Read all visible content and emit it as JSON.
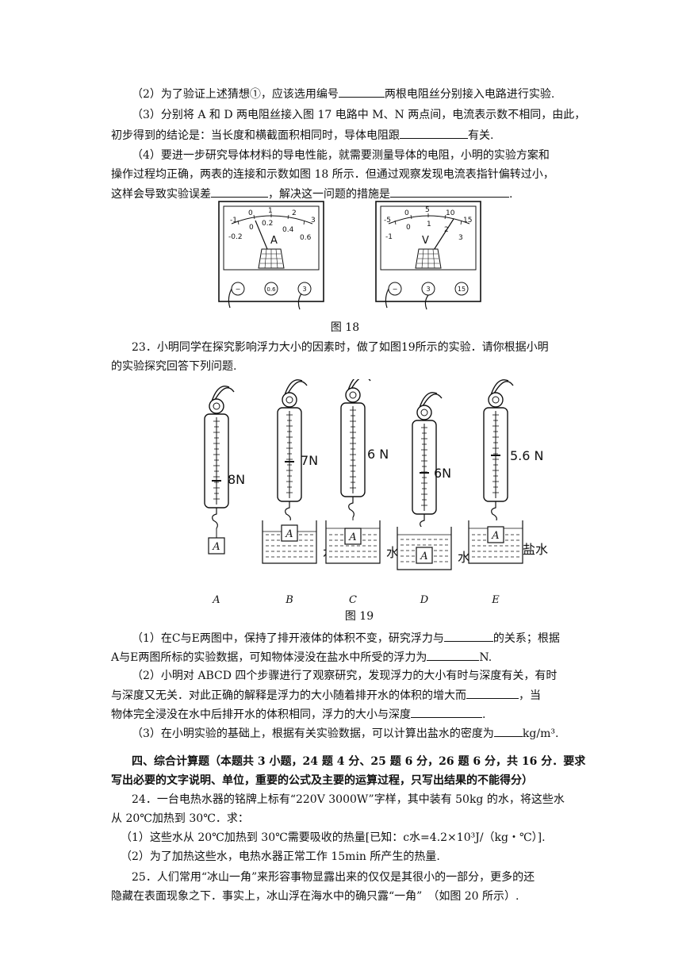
{
  "q22": {
    "p2_a": "（2）为了验证上述猜想①，应该选用编号",
    "p2_b": "两根电阻丝分别接入电路进行实验.",
    "p3_l1": "（3）分别将 A 和 D 两电阻丝接入图 17 电路中 M、N 两点间，电流表示数不相同，由此，",
    "p3_l2a": "初步得到的结论是：当长度和横截面积相同时，导体电阻跟",
    "p3_l2b": "有关.",
    "p4_l1": "（4）要进一步研究导体材料的导电性能，就需要测量导体的电阻，小明的实验方案和",
    "p4_l2": "操作过程均正确，两表的连接和示数如图 18 所示．但通过观察发现电流表指针偏转过小，",
    "p4_l3a": "这样会导致实验误差",
    "p4_l3b": "，解决这一问题的措施是",
    "p4_l3c": "."
  },
  "fig18": {
    "caption": "图 18",
    "ammeter": {
      "top_scale": [
        "-1",
        "0",
        "1",
        "2",
        "3"
      ],
      "bottom_scale": [
        "-0.2",
        "0",
        "0.2",
        "0.4",
        "0.6"
      ],
      "unit": "A",
      "terminals": [
        "−",
        "0.6",
        "3"
      ]
    },
    "voltmeter": {
      "top_scale": [
        "-5",
        "0",
        "5",
        "10",
        "15"
      ],
      "bottom_scale": [
        "-1",
        "0",
        "1",
        "2",
        "3"
      ],
      "unit": "V",
      "terminals": [
        "−",
        "3",
        "15"
      ]
    }
  },
  "q23": {
    "intro_l1": "23．小明同学在探究影响浮力大小的因素时，做了如图19所示的实验．请你根据小明",
    "intro_l2": "的实验探究回答下列问题.",
    "p1_l1a": "（1）在C与E两图中，保持了排开液体的体积不变，研究浮力与",
    "p1_l1b": "的关系；根据",
    "p1_l2a": "A与E两图所标的实验数据，可知物体浸没在盐水中所受的浮力为",
    "p1_l2b": "N.",
    "p2_l1": "（2）小明对 ABCD 四个步骤进行了观察研究，发现浮力的大小有时与深度有关，有时",
    "p2_l2a": "与深度又无关．对此正确的解释是浮力的大小随着排开水的体积的增大而",
    "p2_l2b": "，当",
    "p2_l3a": "物体完全浸没在水中后排开水的体积相同，浮力的大小与深度",
    "p2_l3b": ".",
    "p3_a": "（3）在小明实验的基础上，根据有关实验数据，可以计算出盐水的密度为",
    "p3_b": "kg/m³."
  },
  "fig19": {
    "caption": "图 19",
    "block_label": "A",
    "panels": [
      {
        "letter": "A",
        "reading": "8N",
        "liquid": ""
      },
      {
        "letter": "B",
        "reading": "7N",
        "liquid": "水"
      },
      {
        "letter": "C",
        "reading": "6 N",
        "liquid": "水"
      },
      {
        "letter": "D",
        "reading": "6N",
        "liquid": "水"
      },
      {
        "letter": "E",
        "reading": "5.6 N",
        "liquid": "盐水"
      }
    ]
  },
  "section4": {
    "heading_l1": "四、综合计算题（本题共 3 小题，24 题 4 分、25 题 6 分，26 题 6 分，共 16 分．要求",
    "heading_l2": "写出必要的文字说明、单位，重要的公式及主要的运算过程，只写出结果的不能得分）"
  },
  "q24": {
    "l1": "24．一台电热水器的铭牌上标有“220V 3000W”字样，其中装有 50kg 的水，将这些水",
    "l2": "从 20℃加热到 30℃．求：",
    "p1": "（1）这些水从 20℃加热到 30℃需要吸收的热量[已知：c水=4.2×10³J/（kg・℃）].",
    "p2": "（2）为了加热这些水，电热水器正常工作 15min 所产生的热量."
  },
  "q25": {
    "l1": "25．人们常用“冰山一角”来形容事物显露出来的仅仅是其很小的一部分，更多的还",
    "l2": "隐藏在表面现象之下．事实上，冰山浮在海水中的确只露“一角”　（如图 20 所示）."
  }
}
